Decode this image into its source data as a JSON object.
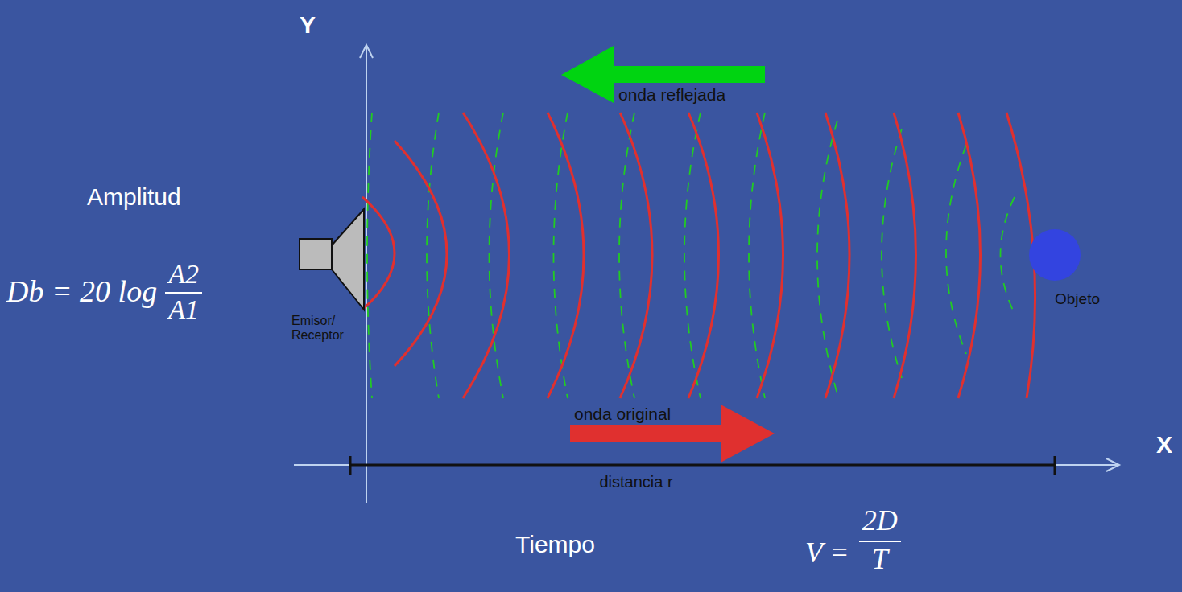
{
  "diagram": {
    "nodes": [
      {
        "text": [
          "onda reflejada"
        ]
      },
      {
        "text": [
          "Emisor/ Receptor"
        ]
      },
      {
        "text": [
          "Objeto"
        ]
      },
      {
        "text": [
          "onda original"
        ]
      }
    ],
    "labels": [
      "Y",
      "X",
      "Amplitud",
      "Db = 20 log",
      "A2",
      "A1",
      "distancia r",
      "Tiempo",
      "V =",
      "2D",
      "T"
    ]
  }
}
